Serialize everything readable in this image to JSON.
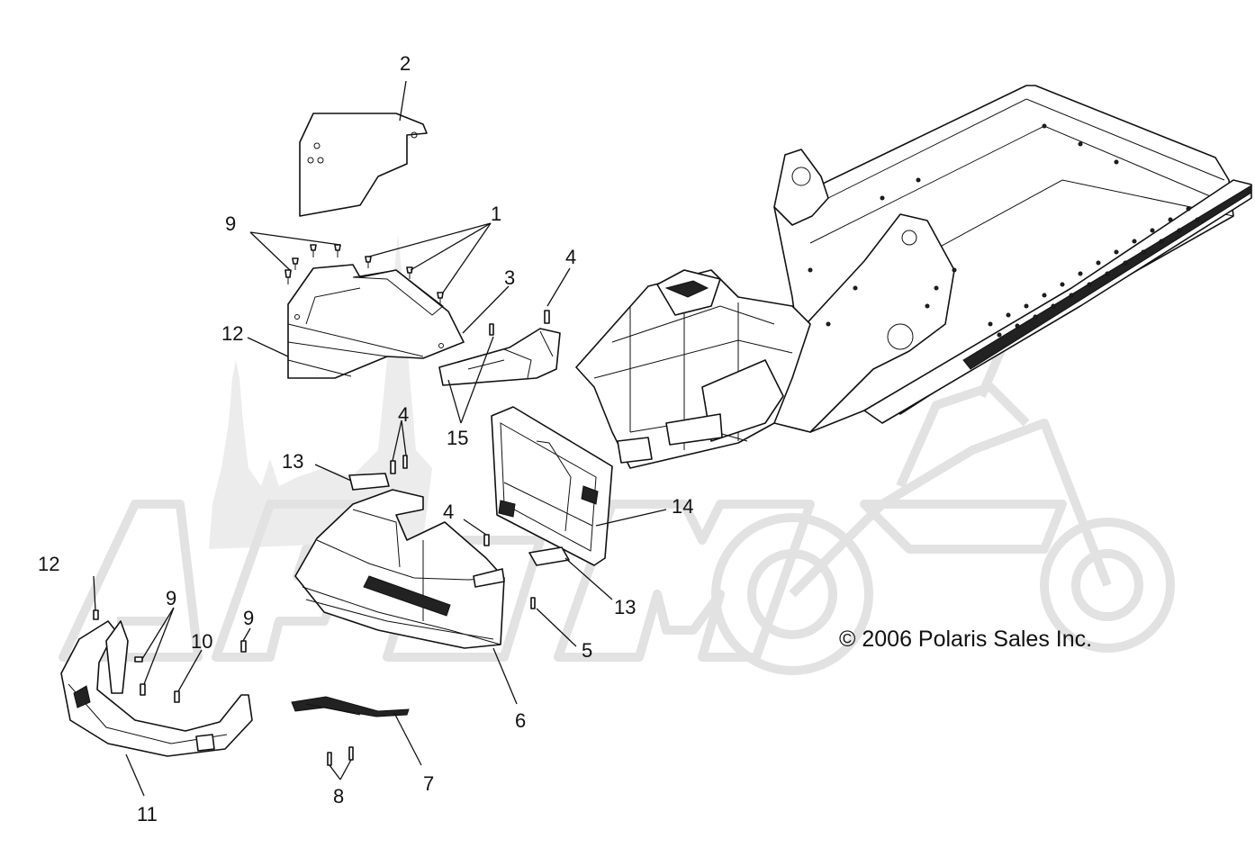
{
  "copyright": "© 2006 Polaris Sales Inc.",
  "callouts": [
    {
      "id": "c2",
      "label": "2"
    },
    {
      "id": "c1",
      "label": "1"
    },
    {
      "id": "c9a",
      "label": "9"
    },
    {
      "id": "c3",
      "label": "3"
    },
    {
      "id": "c4a",
      "label": "4"
    },
    {
      "id": "c12a",
      "label": "12"
    },
    {
      "id": "c15",
      "label": "15"
    },
    {
      "id": "c4b",
      "label": "4"
    },
    {
      "id": "c13a",
      "label": "13"
    },
    {
      "id": "c14",
      "label": "14"
    },
    {
      "id": "c4c",
      "label": "4"
    },
    {
      "id": "c12b",
      "label": "12"
    },
    {
      "id": "c9b",
      "label": "9"
    },
    {
      "id": "c10",
      "label": "10"
    },
    {
      "id": "c9c",
      "label": "9"
    },
    {
      "id": "c13b",
      "label": "13"
    },
    {
      "id": "c5",
      "label": "5"
    },
    {
      "id": "c6",
      "label": "6"
    },
    {
      "id": "c7",
      "label": "7"
    },
    {
      "id": "c8",
      "label": "8"
    },
    {
      "id": "c11",
      "label": "11"
    }
  ],
  "watermark": {
    "text": "",
    "color": "#e2e2e2"
  }
}
